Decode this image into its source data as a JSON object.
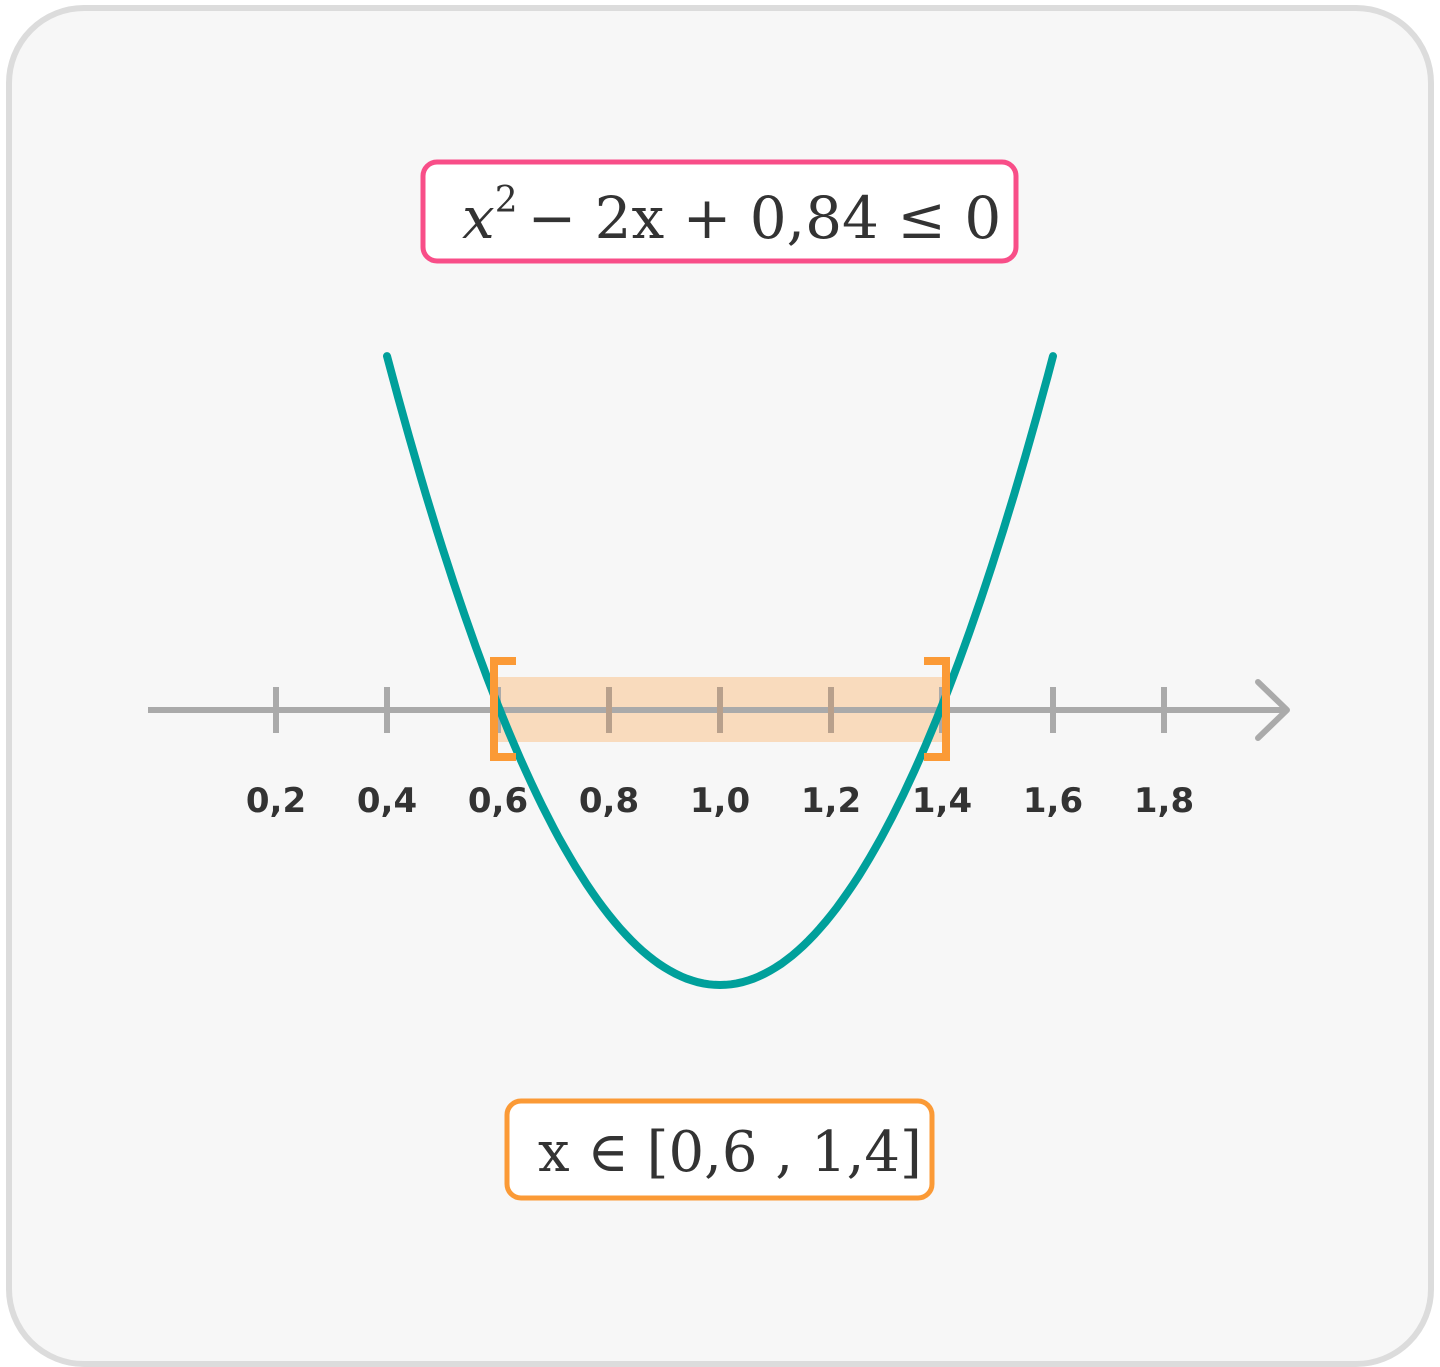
{
  "inequality": {
    "base": "x",
    "exponent": "2",
    "rest": "− 2x + 0,84 ≤ 0"
  },
  "solution": {
    "text": "x ∈ [0,6 , 1,4]"
  },
  "axis": {
    "ticks": [
      {
        "value": 0.2,
        "label": "0,2"
      },
      {
        "value": 0.4,
        "label": "0,4"
      },
      {
        "value": 0.6,
        "label": "0,6"
      },
      {
        "value": 0.8,
        "label": "0,8"
      },
      {
        "value": 1.0,
        "label": "1,0"
      },
      {
        "value": 1.2,
        "label": "1,2"
      },
      {
        "value": 1.4,
        "label": "1,4"
      },
      {
        "value": 1.6,
        "label": "1,6"
      },
      {
        "value": 1.8,
        "label": "1,8"
      }
    ]
  },
  "curve": {
    "coefficients": {
      "a": 1,
      "b": -2,
      "c": 0.84
    },
    "x_range": [
      0.4,
      1.6
    ]
  },
  "interval": {
    "start": 0.6,
    "end": 1.4,
    "closed_left": true,
    "closed_right": true
  },
  "colors": {
    "curve": "#00a09b",
    "axis": "#aaaaaa",
    "interval_fill": "#f8d7b6",
    "bracket": "#fb9a36",
    "inequality_border": "#f84e88",
    "solution_border": "#fb9a36",
    "math_text": "#333333"
  },
  "icons": {
    "axis_arrow": "arrow-right-icon"
  }
}
